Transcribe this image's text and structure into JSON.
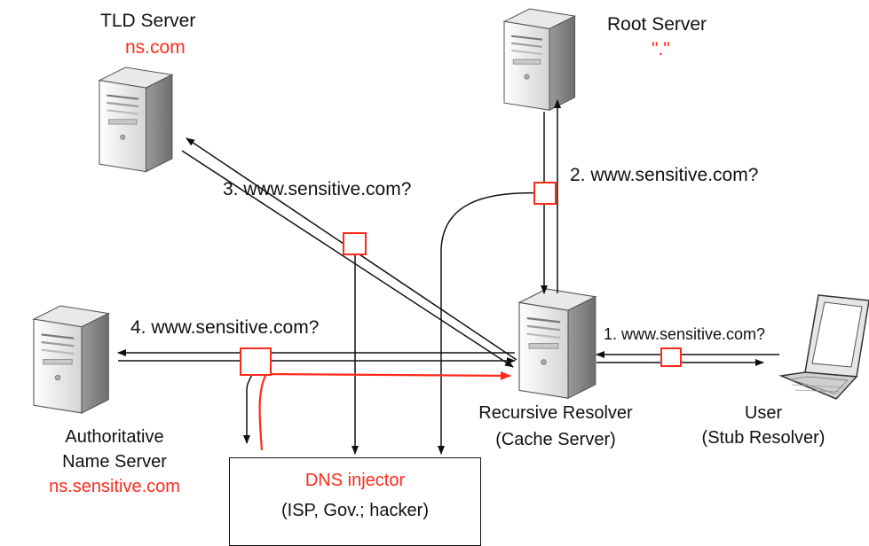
{
  "nodes": {
    "tld": {
      "title": "TLD Server",
      "name": "ns.com"
    },
    "root": {
      "title": "Root Server",
      "name": "\".\""
    },
    "authoritative": {
      "title_line1": "Authoritative",
      "title_line2": "Name Server",
      "name": "ns.sensitive.com"
    },
    "resolver": {
      "title_line1": "Recursive Resolver",
      "title_line2": "(Cache Server)"
    },
    "user": {
      "title_line1": "User",
      "title_line2": "(Stub Resolver)"
    },
    "injector": {
      "title": "DNS injector",
      "subtitle": "(ISP, Gov.; hacker)"
    }
  },
  "queries": {
    "q1": "1. www.sensitive.com?",
    "q2": "2. www.sensitive.com?",
    "q3": "3. www.sensitive.com?",
    "q4": "4. www.sensitive.com?"
  },
  "colors": {
    "accent": "#ff2a1a",
    "line": "#111111"
  }
}
